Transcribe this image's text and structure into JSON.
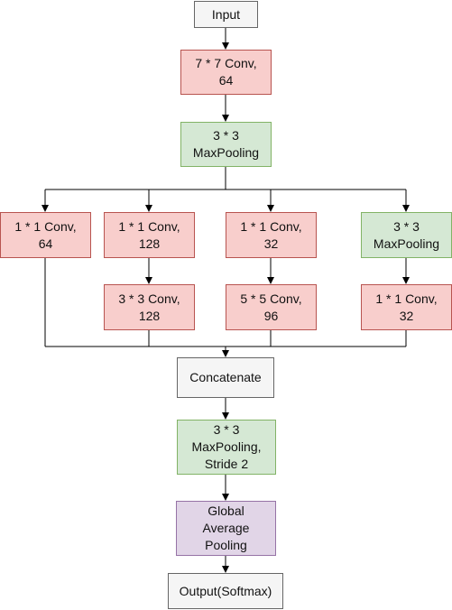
{
  "colors": {
    "gray_fill": "#f5f5f5",
    "gray_border": "#666666",
    "red_fill": "#f8cecc",
    "red_border": "#b85450",
    "green_fill": "#d5e8d4",
    "green_border": "#82b366",
    "purple_fill": "#e1d5e7",
    "purple_border": "#9673a6",
    "edge": "#000000"
  },
  "nodes": {
    "input": "Input",
    "conv7": "7  * 7 Conv,\n64",
    "maxpool1": "3 * 3\nMaxPooling",
    "b1_conv1": "1  * 1 Conv,\n64",
    "b2_conv1": "1  * 1 Conv,\n128",
    "b3_conv1": "1  * 1 Conv,\n32",
    "b4_pool": "3 * 3\nMaxPooling",
    "b2_conv3": "3  * 3 Conv,\n128",
    "b3_conv5": "5  * 5 Conv,\n96",
    "b4_conv1": "1 * 1 Conv,\n32",
    "concat": "Concatenate",
    "maxpool2": "3 * 3\nMaxPooling,\nStride 2",
    "gap": "Global\nAverage\nPooling",
    "output": "Output(Softmax)"
  }
}
